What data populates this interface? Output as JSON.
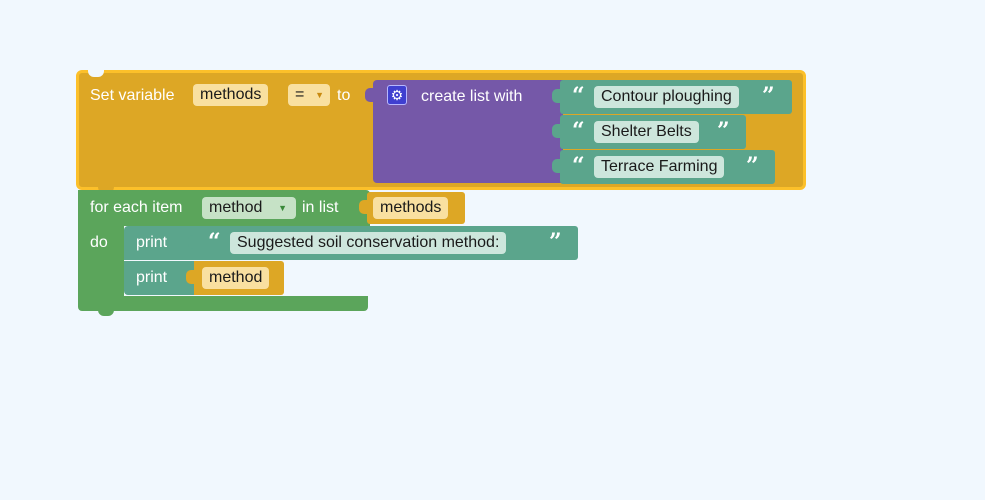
{
  "workspace": {
    "set_block": {
      "label_set": "Set variable",
      "variable": "methods",
      "operator": "=",
      "label_to": "to"
    },
    "list_block": {
      "label": "create list with",
      "items": [
        "Contour ploughing",
        "Shelter Belts",
        "Terrace Farming"
      ]
    },
    "for_block": {
      "label_for": "for each item",
      "variable": "method",
      "label_in": "in list",
      "list_ref": "methods",
      "label_do": "do"
    },
    "print_blocks": [
      {
        "label": "print",
        "text": "Suggested soil conservation method:"
      },
      {
        "label": "print",
        "var": "method"
      }
    ]
  },
  "colors": {
    "background": "#f1f8fe",
    "variables": "#dda725",
    "lists": "#7558a8",
    "text_block": "#5ba58c",
    "loops": "#5ba55b",
    "selection_outline": "#fcc02a"
  }
}
